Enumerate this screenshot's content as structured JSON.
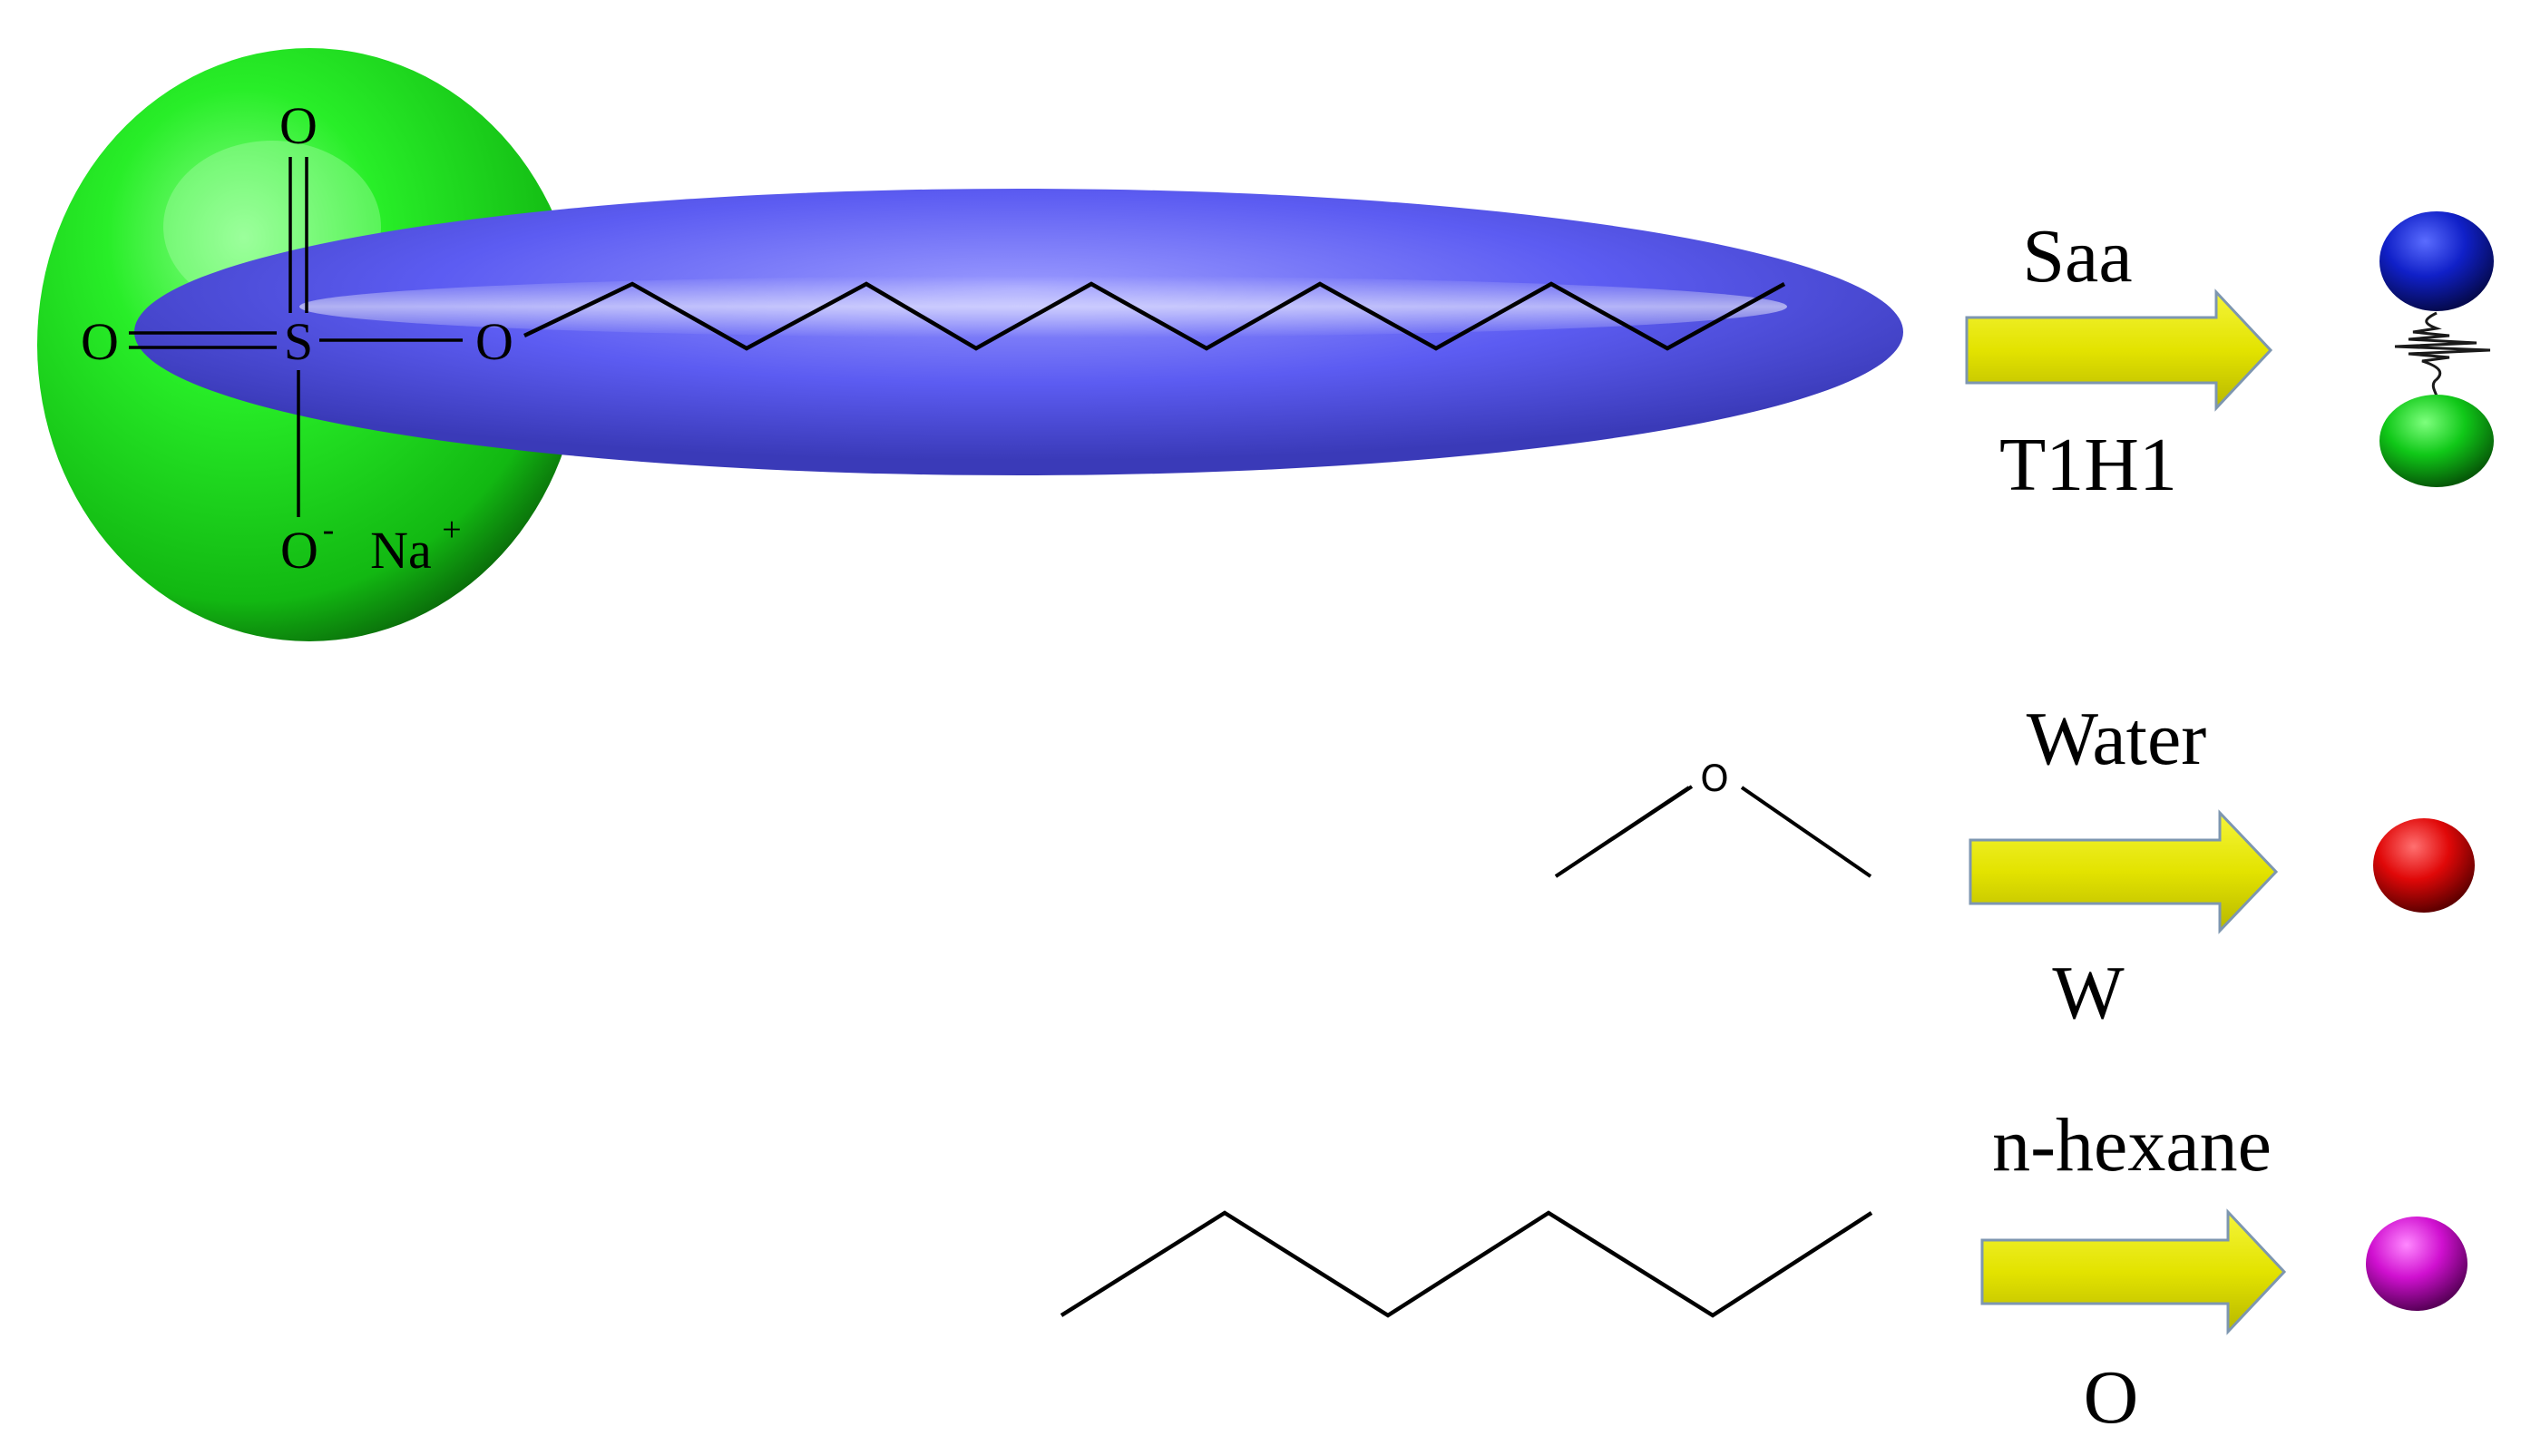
{
  "sds": {
    "atoms": {
      "o_top": "O",
      "o_left": "O",
      "s": "S",
      "o_right": "O",
      "o_bottom": "O",
      "o_bottom_sup": "-",
      "na": "Na",
      "na_sup": "+"
    }
  },
  "rows": [
    {
      "label_above": "Saa",
      "label_below": "T1H1",
      "colors": {
        "bead_top": "#1020c8",
        "bead_bottom": "#10c818"
      }
    },
    {
      "label_above": "Water",
      "label_below": "W",
      "molecule_atom": "O",
      "colors": {
        "bead": "#e00808"
      }
    },
    {
      "label_above": "n-hexane",
      "label_below": "O",
      "colors": {
        "bead": "#d010d0"
      }
    }
  ],
  "colors": {
    "head_sphere": "#1fe01f",
    "tail_ellipse": "#5a5af0",
    "arrow_fill": "#e6e600",
    "arrow_stroke": "#7d96b0"
  },
  "icons": [
    "green-sphere",
    "blue-ellipse",
    "yellow-right-arrow",
    "coarse-grain-bead"
  ]
}
